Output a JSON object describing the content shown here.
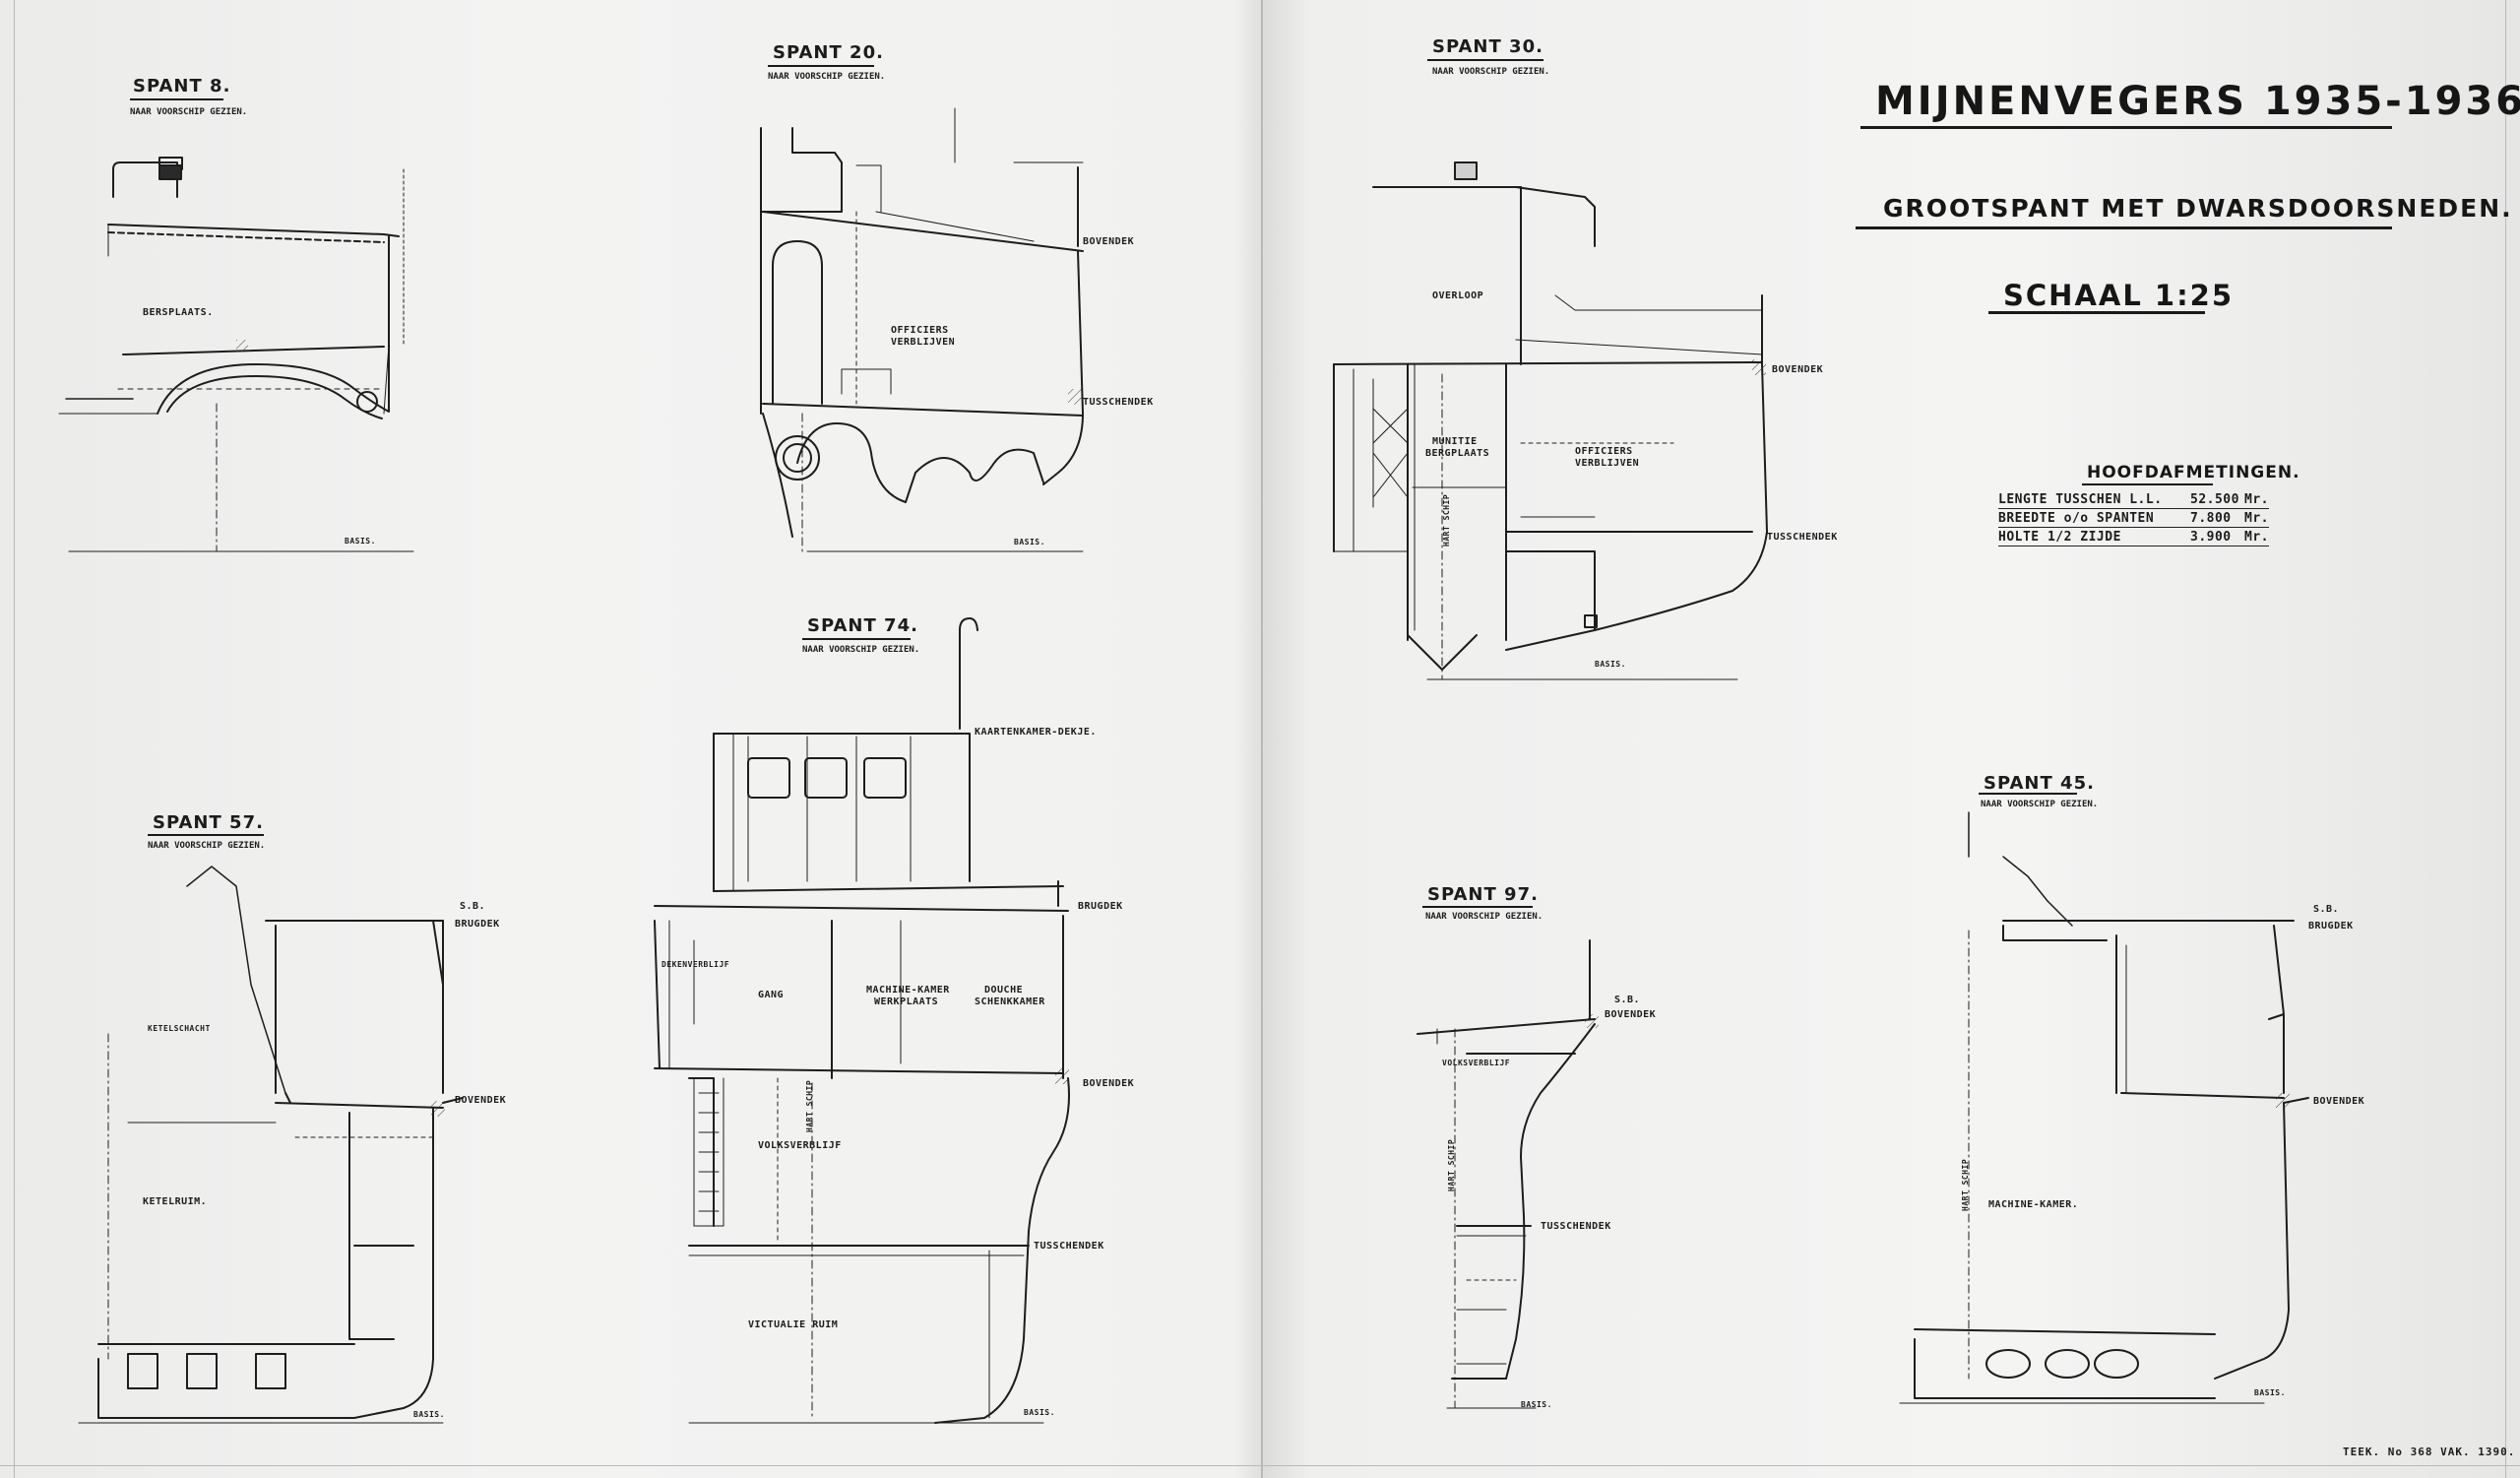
{
  "title": "MIJNENVEGERS 1935-1936.",
  "subtitle": "GROOTSPANT MET DWARSDOORSNEDEN.",
  "scale": "SCHAAL 1:25",
  "main_dimensions": {
    "heading": "HOOFDAFMETINGEN.",
    "rows": [
      {
        "label": "LENGTE TUSSCHEN L.L.",
        "value": "52.500",
        "unit": "Mr."
      },
      {
        "label": "BREEDTE o/o SPANTEN",
        "value": "7.800",
        "unit": "Mr."
      },
      {
        "label": "HOLTE 1/2 ZIJDE",
        "value": "3.900",
        "unit": "Mr."
      }
    ]
  },
  "sections": [
    {
      "id": "spant-8",
      "title": "SPANT 8.",
      "subtitle": "NAAR VOORSCHIP GEZIEN.",
      "labels": {
        "bersplaats": "BERSPLAATS.",
        "basis": "BASIS."
      }
    },
    {
      "id": "spant-20",
      "title": "SPANT 20.",
      "subtitle": "NAAR VOORSCHIP GEZIEN.",
      "labels": {
        "bovendek": "BOVENDEK",
        "tusschendek": "TUSSCHENDEK",
        "officiers": "OFFICIERS",
        "verblijven": "VERBLIJVEN",
        "basis": "BASIS."
      }
    },
    {
      "id": "spant-30",
      "title": "SPANT 30.",
      "subtitle": "NAAR VOORSCHIP GEZIEN.",
      "labels": {
        "bovendek": "BOVENDEK",
        "tusschendek": "TUSSCHENDEK",
        "officiers": "OFFICIERS",
        "verblijven": "VERBLIJVEN",
        "munitie": "MUNITIE",
        "bergplaats": "BERGPLAATS",
        "overloop": "OVERLOOP",
        "hart_schip": "HART SCHIP",
        "basis": "BASIS."
      }
    },
    {
      "id": "spant-74",
      "title": "SPANT 74.",
      "subtitle": "NAAR VOORSCHIP GEZIEN.",
      "labels": {
        "kaartenkamer": "KAARTENKAMER-DEKJE.",
        "brugdek": "BRUGDEK",
        "bovendek": "BOVENDEK",
        "tusschendek": "TUSSCHENDEK",
        "gang": "GANG",
        "machine_kamer": "MACHINE-KAMER",
        "werkplaats": "WERKPLAATS",
        "douche": "DOUCHE",
        "schenkkamer": "SCHENKKAMER",
        "volksverblijf": "VOLKSVERBLIJF",
        "dekenverblijf": "DEKENVERBLIJF",
        "victualie": "VICTUALIE RUIM",
        "hart_schip": "HART SCHIP",
        "basis": "BASIS."
      }
    },
    {
      "id": "spant-57",
      "title": "SPANT 57.",
      "subtitle": "NAAR VOORSCHIP GEZIEN.",
      "labels": {
        "sb": "S.B.",
        "brugdek": "BRUGDEK",
        "bovendek": "BOVENDEK",
        "ketelruim": "KETELRUIM.",
        "ketelschacht": "KETELSCHACHT",
        "basis": "BASIS."
      }
    },
    {
      "id": "spant-97",
      "title": "SPANT 97.",
      "subtitle": "NAAR VOORSCHIP GEZIEN.",
      "labels": {
        "sb": "S.B.",
        "bovendek": "BOVENDEK",
        "tusschendek": "TUSSCHENDEK",
        "volksverblijf": "VOLKSVERBLIJF",
        "hart_schip": "HART SCHIP",
        "basis": "BASIS."
      }
    },
    {
      "id": "spant-45",
      "title": "SPANT 45.",
      "subtitle": "NAAR VOORSCHIP GEZIEN.",
      "labels": {
        "sb": "S.B.",
        "brugdek": "BRUGDEK",
        "bovendek": "BOVENDEK",
        "machine_kamer": "MACHINE-KAMER.",
        "hart_schip": "HART SCHIP",
        "basis": "BASIS."
      }
    }
  ],
  "drawing_number": "TEEK. No 368  VAK. 1390."
}
